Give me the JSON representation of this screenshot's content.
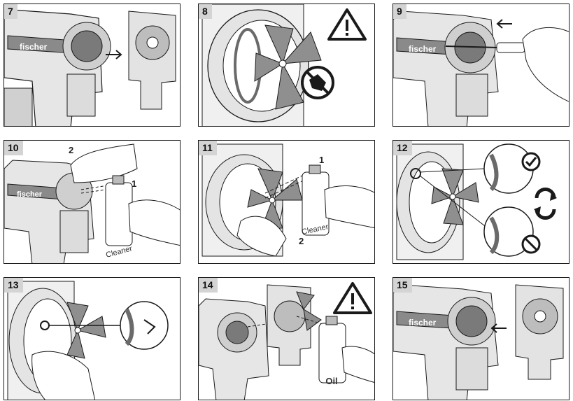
{
  "brand": "fischer",
  "steps": [
    {
      "number": "7"
    },
    {
      "number": "8"
    },
    {
      "number": "9"
    },
    {
      "number": "10",
      "callouts": [
        "2",
        "1"
      ],
      "can_label": "Cleaner"
    },
    {
      "number": "11",
      "callouts": [
        "1",
        "2"
      ],
      "can_label": "Cleaner"
    },
    {
      "number": "12"
    },
    {
      "number": "13"
    },
    {
      "number": "14",
      "can_label": "Oil"
    },
    {
      "number": "15"
    }
  ],
  "colors": {
    "line": "#1a1a1a",
    "tool_gray": "#8a8a8a",
    "fan_gray": "#8f8f8f",
    "label_bg": "#d4d4d4"
  }
}
